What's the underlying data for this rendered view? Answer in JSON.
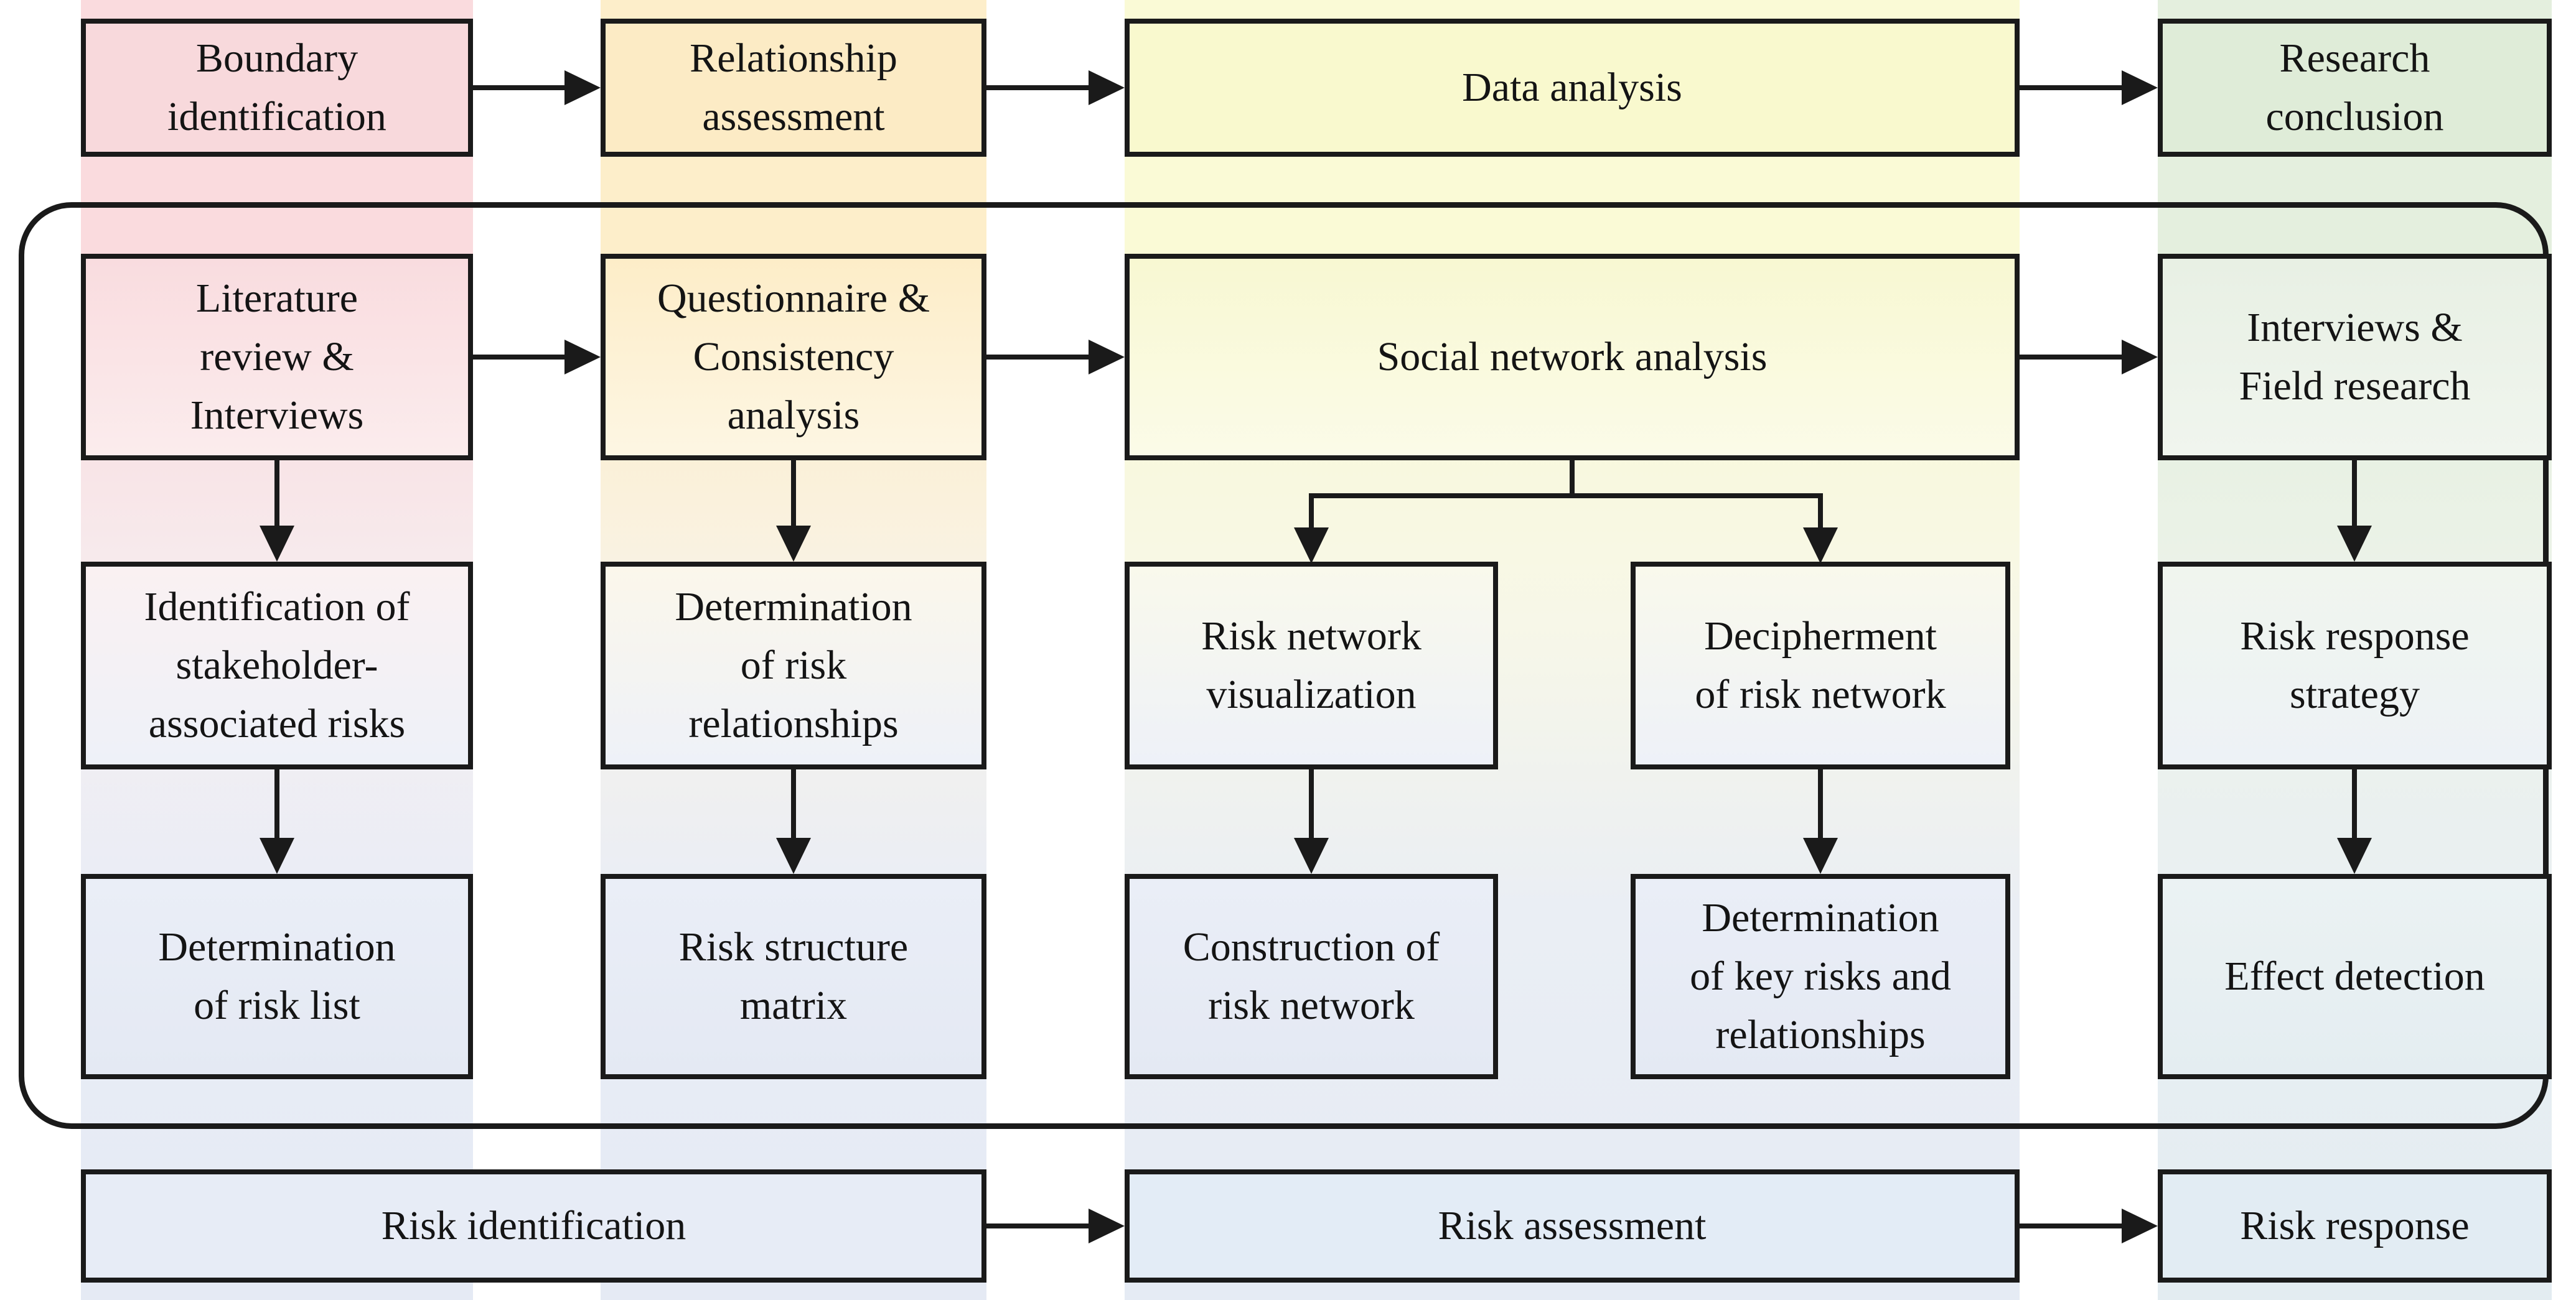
{
  "top_row": {
    "boundary_identification": "Boundary\nidentification",
    "relationship_assessment": "Relationship\nassessment",
    "data_analysis": "Data analysis",
    "research_conclusion": "Research\nconclusion"
  },
  "methods_row": {
    "literature_review_interviews": "Literature\nreview &\nInterviews",
    "questionnaire_consistency": "Questionnaire &\nConsistency\nanalysis",
    "social_network_analysis": "Social network analysis",
    "interviews_field_research": "Interviews &\nField research"
  },
  "analysis_row": {
    "identification_stakeholder_risks": "Identification of\nstakeholder-\nassociated risks",
    "determination_risk_relationships": "Determination\nof risk\nrelationships",
    "risk_network_visualization": "Risk network\nvisualization",
    "decipherment_risk_network": "Decipherment\nof risk network",
    "risk_response_strategy": "Risk response\nstrategy"
  },
  "output_row": {
    "determination_risk_list": "Determination\nof risk list",
    "risk_structure_matrix": "Risk structure\nmatrix",
    "construction_risk_network": "Construction of\nrisk network",
    "determination_key_risks": "Determination\nof key risks and\nrelationships",
    "effect_detection": "Effect detection"
  },
  "phase_row": {
    "risk_identification": "Risk identification",
    "risk_assessment": "Risk assessment",
    "risk_response": "Risk response"
  },
  "palette": {
    "phase1_pink": "#f8d9dc",
    "phase2_orange": "#fcebc5",
    "phase3_yellow": "#f9f9ce",
    "phase4_green": "#dfecd8",
    "result_blue": "#e6ecf6",
    "line_black": "#1a1a1a"
  }
}
